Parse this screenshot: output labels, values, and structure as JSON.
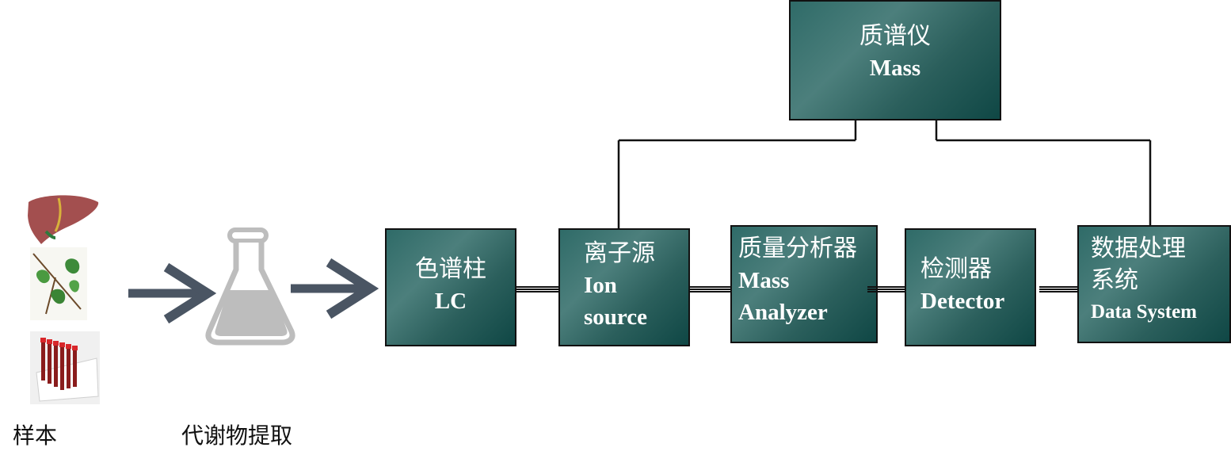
{
  "mass_spec": {
    "title_zh": "质谱仪",
    "title_en": "Mass"
  },
  "lc": {
    "zh": "色谱柱",
    "en": "LC"
  },
  "ion_source": {
    "zh": "离子源",
    "en_line1": "Ion",
    "en_line2": "source"
  },
  "mass_analyzer": {
    "zh": "质量分析器",
    "en_line1": "Mass",
    "en_line2": "Analyzer"
  },
  "detector": {
    "zh": "检测器",
    "en": "Detector"
  },
  "data_system": {
    "zh_line1": "数据处理",
    "zh_line2": "系统",
    "en": "Data System"
  },
  "captions": {
    "sample": "样本",
    "extraction": "代谢物提取"
  },
  "icons": [
    "liver-icon",
    "ginkgo-leaf-icon",
    "blood-tube-rack-icon",
    "right-arrow-icon",
    "erlenmeyer-flask-icon"
  ],
  "colors": {
    "box_fill": "#2f6b68",
    "arrow": "#4a5563",
    "flask": "#bdbdbd"
  }
}
